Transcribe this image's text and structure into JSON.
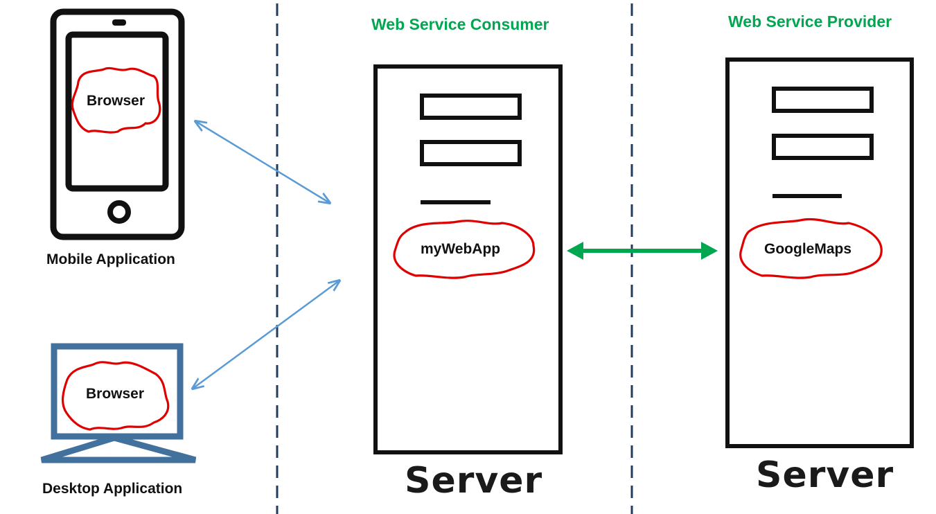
{
  "headers": {
    "consumer": "Web Service Consumer",
    "provider": "Web Service Provider"
  },
  "clients": {
    "mobile": {
      "browser_label": "Browser",
      "caption": "Mobile Application"
    },
    "desktop": {
      "browser_label": "Browser",
      "caption": "Desktop Application"
    }
  },
  "servers": {
    "consumer": {
      "app_label": "myWebApp",
      "caption": "Server"
    },
    "provider": {
      "app_label": "GoogleMaps",
      "caption": "Server"
    }
  },
  "colors": {
    "header_green": "#00a650",
    "cloud_red": "#e00000",
    "client_arrow_blue": "#5b9bd5",
    "server_arrow_green": "#00a650",
    "divider_navy": "#1f3b5f",
    "desktop_blue": "#41719c"
  }
}
